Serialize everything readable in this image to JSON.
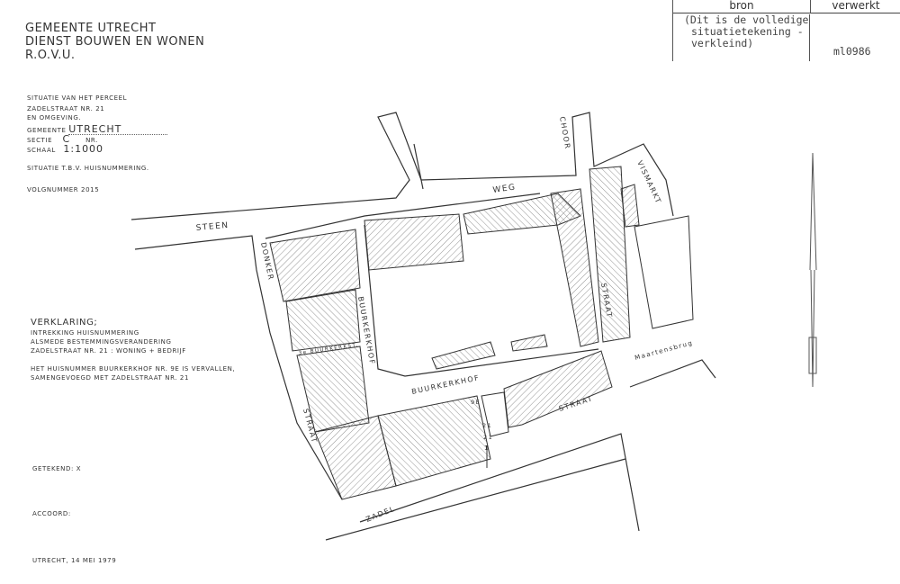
{
  "header": {
    "line1": "GEMEENTE UTRECHT",
    "line2": "DIENST BOUWEN EN WONEN",
    "line3": "R.O.V.U."
  },
  "source_table": {
    "col_bron": "bron",
    "col_verwerkt": "verwerkt",
    "bron_lines": [
      "(Dit is de volledige",
      "situatietekening -",
      "verkleind)"
    ],
    "verwerkt_value": "ml0986"
  },
  "info": {
    "situatie": "SITUATIE   VAN  HET  PERCEEL",
    "adres": "ZADELSTRAAT   NR. 21",
    "omgeving": "EN OMGEVING.",
    "gemeente_label": "GEMEENTE",
    "gemeente_value": "UTRECHT",
    "sectie_label": "SECTIE",
    "sectie_value": "C",
    "nr_label": "NR.",
    "schaal_label": "SCHAAL",
    "schaal_value": "1:1000",
    "purpose": "SITUATIE T.B.V.   HUISNUMMERING.",
    "volgnummer": "VOLGNUMMER  2015"
  },
  "verklaring": {
    "title": "VERKLARING;",
    "lines": [
      "INTREKKING  HUISNUMMERING",
      "ALSMEDE  BESTEMMINGSVERANDERING",
      "ZADELSTRAAT  NR. 21  :  WONING + BEDRIJF",
      "HET  HUISNUMMER  BUURKERKHOF  NR. 9E  IS VERVALLEN,",
      "SAMENGEVOEGD  MET ZADELSTRAAT  NR. 21"
    ]
  },
  "footer": {
    "getekend": "GETEKEND:",
    "getekend_mark": "X",
    "accoord": "ACCOORD:",
    "date": "UTRECHT,  14  MEI  1979"
  },
  "map": {
    "labels": {
      "steen": "STEEN",
      "weg": "WEG",
      "choor": "CHOOR",
      "vismarkt": "VISMARKT",
      "straat_vis": "STRAAT",
      "donker": "DONKER",
      "straat_donker": "STRAAT",
      "buurkerkhof_v": "BUURKERKHOF",
      "buurkerkhof_h": "BUURKERKHOF",
      "buurkerkst": "3e BUURKERKST.",
      "maartensbrug": "Maartensbrug",
      "zadel": "ZADEL",
      "straat_zadel": "STRAAT",
      "nr_9e": "9E",
      "nr_21_inner": "21",
      "nr_21_outer": "21",
      "arrow_mark": "1"
    }
  }
}
